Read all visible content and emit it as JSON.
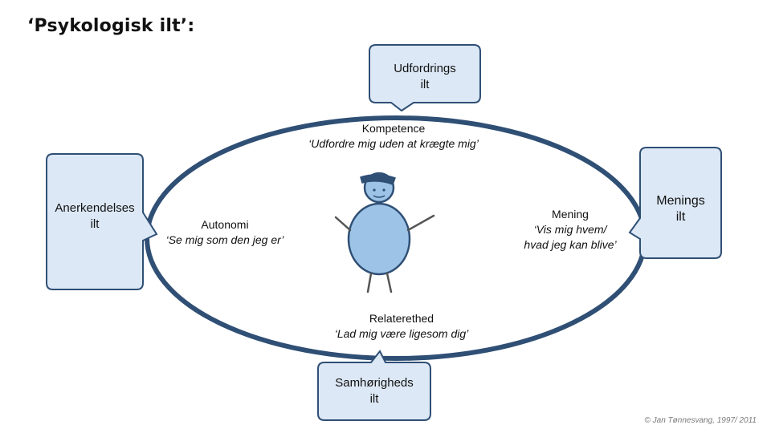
{
  "title": "‘Psykologisk ilt’:",
  "bubbles": {
    "top": "Udfordrings\nilt",
    "left": "Anerkendelses\nilt",
    "right": "Menings\nilt",
    "bottom": "Samhørigheds\nilt"
  },
  "needs": {
    "top": {
      "label": "Kompetence",
      "quote": "‘Udfordre mig uden at krægte mig’"
    },
    "left": {
      "label": "Autonomi",
      "quote": "‘Se mig som den jeg er’"
    },
    "right": {
      "label": "Mening",
      "quote": "‘Vis mig hvem/\nhvad jeg kan blive’"
    },
    "bottom": {
      "label": "Relaterethed",
      "quote": "‘Lad mig være ligesom dig’"
    }
  },
  "copyright": "© Jan Tønnesvang, 1997/ 2011",
  "colors": {
    "ellipse": "#2f4f75",
    "bubble_fill": "#dce8f5",
    "bubble_stroke": "#2f4f75",
    "figure_fill": "#9dc3e6",
    "figure_stroke": "#2f4f75"
  }
}
